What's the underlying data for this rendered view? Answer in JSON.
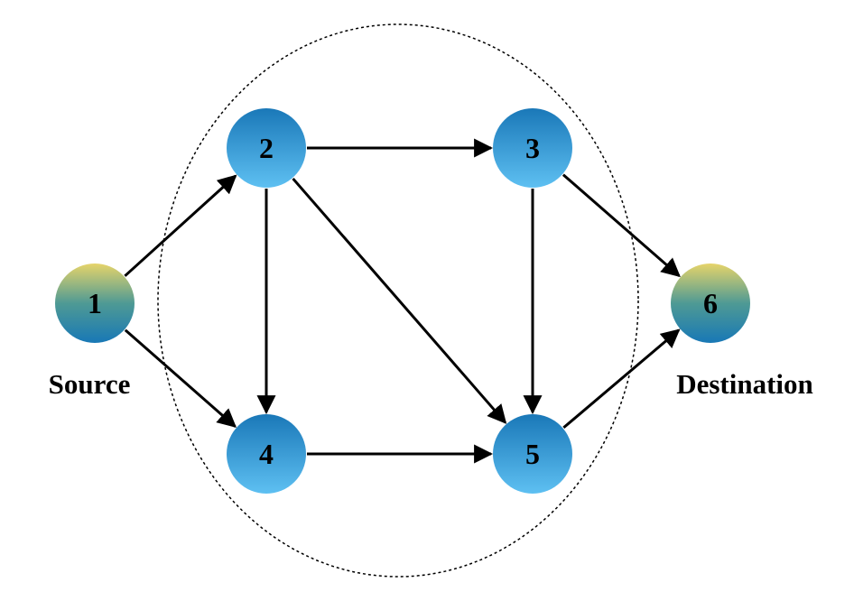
{
  "diagram": {
    "colors": {
      "inner_node_top": "#1a78b8",
      "inner_node_bottom": "#5ec0f2",
      "endpoint_top": "#e6d46a",
      "endpoint_bottom": "#1878b6",
      "edge": "#000000",
      "boundary": "#000000"
    },
    "nodes": [
      {
        "id": "1",
        "label": "1",
        "kind": "endpoint"
      },
      {
        "id": "2",
        "label": "2",
        "kind": "inner"
      },
      {
        "id": "3",
        "label": "3",
        "kind": "inner"
      },
      {
        "id": "4",
        "label": "4",
        "kind": "inner"
      },
      {
        "id": "5",
        "label": "5",
        "kind": "inner"
      },
      {
        "id": "6",
        "label": "6",
        "kind": "endpoint"
      }
    ],
    "edges": [
      {
        "from": "1",
        "to": "2"
      },
      {
        "from": "1",
        "to": "4"
      },
      {
        "from": "2",
        "to": "3"
      },
      {
        "from": "2",
        "to": "4"
      },
      {
        "from": "2",
        "to": "5"
      },
      {
        "from": "3",
        "to": "5"
      },
      {
        "from": "3",
        "to": "6"
      },
      {
        "from": "4",
        "to": "5"
      },
      {
        "from": "5",
        "to": "6"
      }
    ],
    "source_label": "Source",
    "destination_label": "Destination"
  }
}
